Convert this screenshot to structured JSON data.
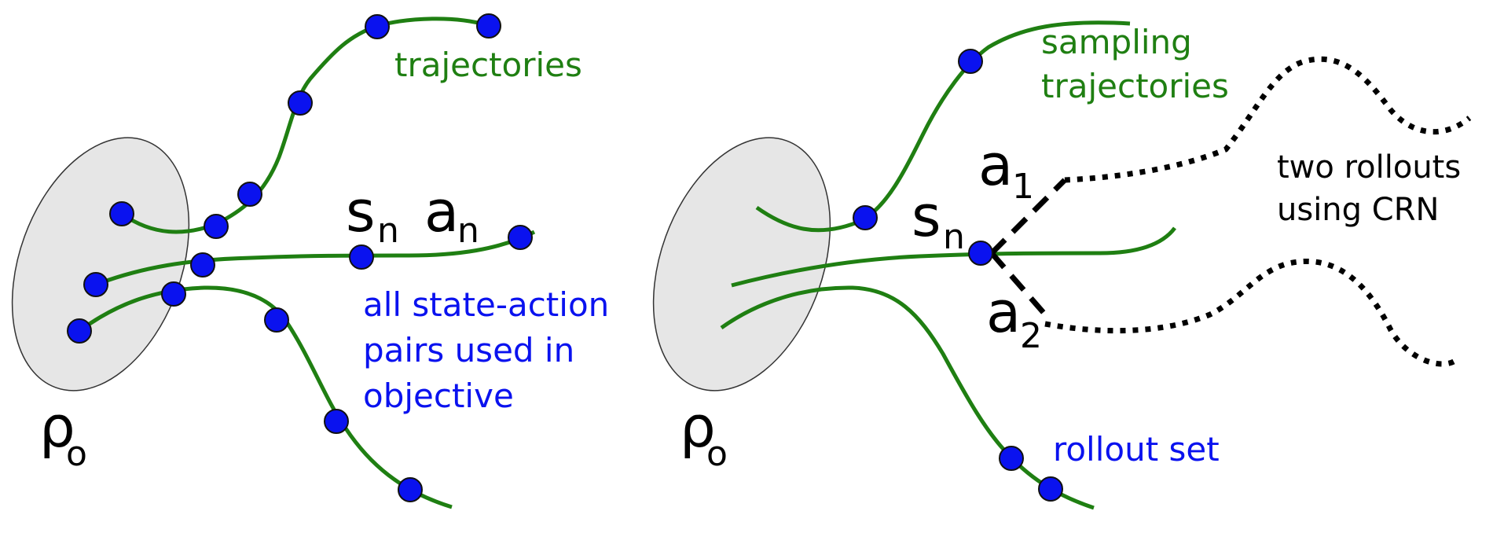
{
  "colors": {
    "trajectory": "#1f7f12",
    "state_point": "#0a12ef",
    "region_fill": "#e6e6e6",
    "rollout": "#000000"
  },
  "left_panel": {
    "rho": "ρ",
    "rho_sub": "o",
    "s_main": "s",
    "s_sub": "n",
    "a_main": "a",
    "a_sub": "n",
    "trajectories_label": "trajectories",
    "pairs_label": [
      "all state-action",
      "pairs used in",
      "objective"
    ]
  },
  "right_panel": {
    "rho": "ρ",
    "rho_sub": "o",
    "s_main": "s",
    "s_sub": "n",
    "a1_main": "a",
    "a1_sub": "1",
    "a2_main": "a",
    "a2_sub": "2",
    "sampling_label": [
      "sampling",
      "trajectories"
    ],
    "rollouts_label": [
      "two rollouts",
      "using CRN"
    ],
    "rollout_set_label": "rollout set"
  }
}
